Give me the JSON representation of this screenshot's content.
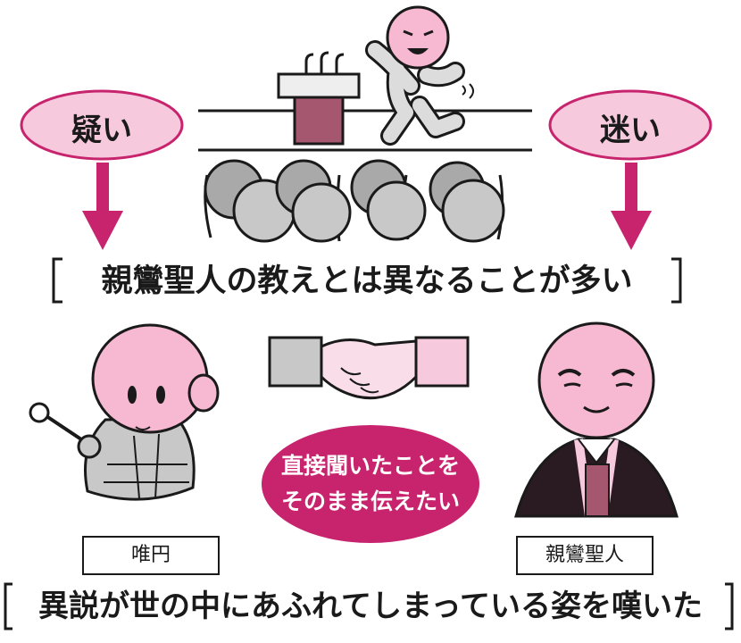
{
  "top": {
    "left_oval": "疑い",
    "right_oval": "迷い",
    "banner": "親鸞聖人の教えとは異なることが多い"
  },
  "middle": {
    "center_message_line1": "直接聞いたことを",
    "center_message_line2": "そのまま伝えたい",
    "left_person_name": "唯円",
    "right_person_name": "親鸞聖人"
  },
  "bottom": {
    "banner": "異説が世の中にあふれてしまっている姿を嘆いた"
  },
  "colors": {
    "pink_fill": "#f6c9dd",
    "magenta": "#c8246e",
    "lectern": "#a4576f",
    "face_pink": "#f7b8d1",
    "gray": "#c8c8c8",
    "dark_robe": "#2a1a22"
  }
}
